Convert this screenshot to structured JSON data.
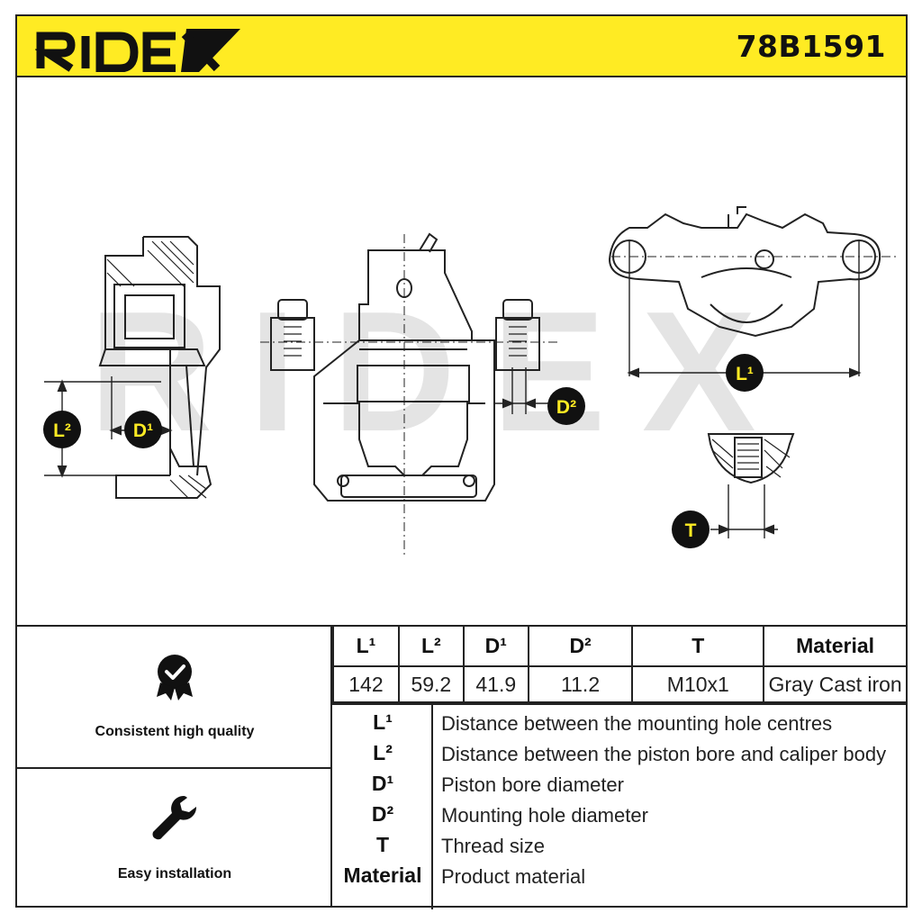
{
  "brand": "RIDEX",
  "part_number": "78B1591",
  "colors": {
    "header_bg": "#ffeb23",
    "badge_bg": "#111111",
    "badge_text": "#ffeb23",
    "outline": "#222222"
  },
  "dimension_badges": {
    "L1": "L¹",
    "L2": "L²",
    "D1": "D¹",
    "D2": "D²",
    "T": "T"
  },
  "features": [
    {
      "label": "Consistent high quality",
      "icon": "quality-badge-icon"
    },
    {
      "label": "Easy installation",
      "icon": "wrench-icon"
    }
  ],
  "spec_table": {
    "headers": [
      "L¹",
      "L²",
      "D¹",
      "D²",
      "T",
      "Material"
    ],
    "values": [
      "142",
      "59.2",
      "41.9",
      "11.2",
      "M10x1",
      "Gray Cast iron"
    ]
  },
  "legend": [
    {
      "symbol": "L¹",
      "description": "Distance between the mounting hole centres"
    },
    {
      "symbol": "L²",
      "description": "Distance between the piston bore and caliper body"
    },
    {
      "symbol": "D¹",
      "description": "Piston bore diameter"
    },
    {
      "symbol": "D²",
      "description": "Mounting hole diameter"
    },
    {
      "symbol": "T",
      "description": "Thread size"
    },
    {
      "symbol": "Material",
      "description": "Product material"
    }
  ]
}
